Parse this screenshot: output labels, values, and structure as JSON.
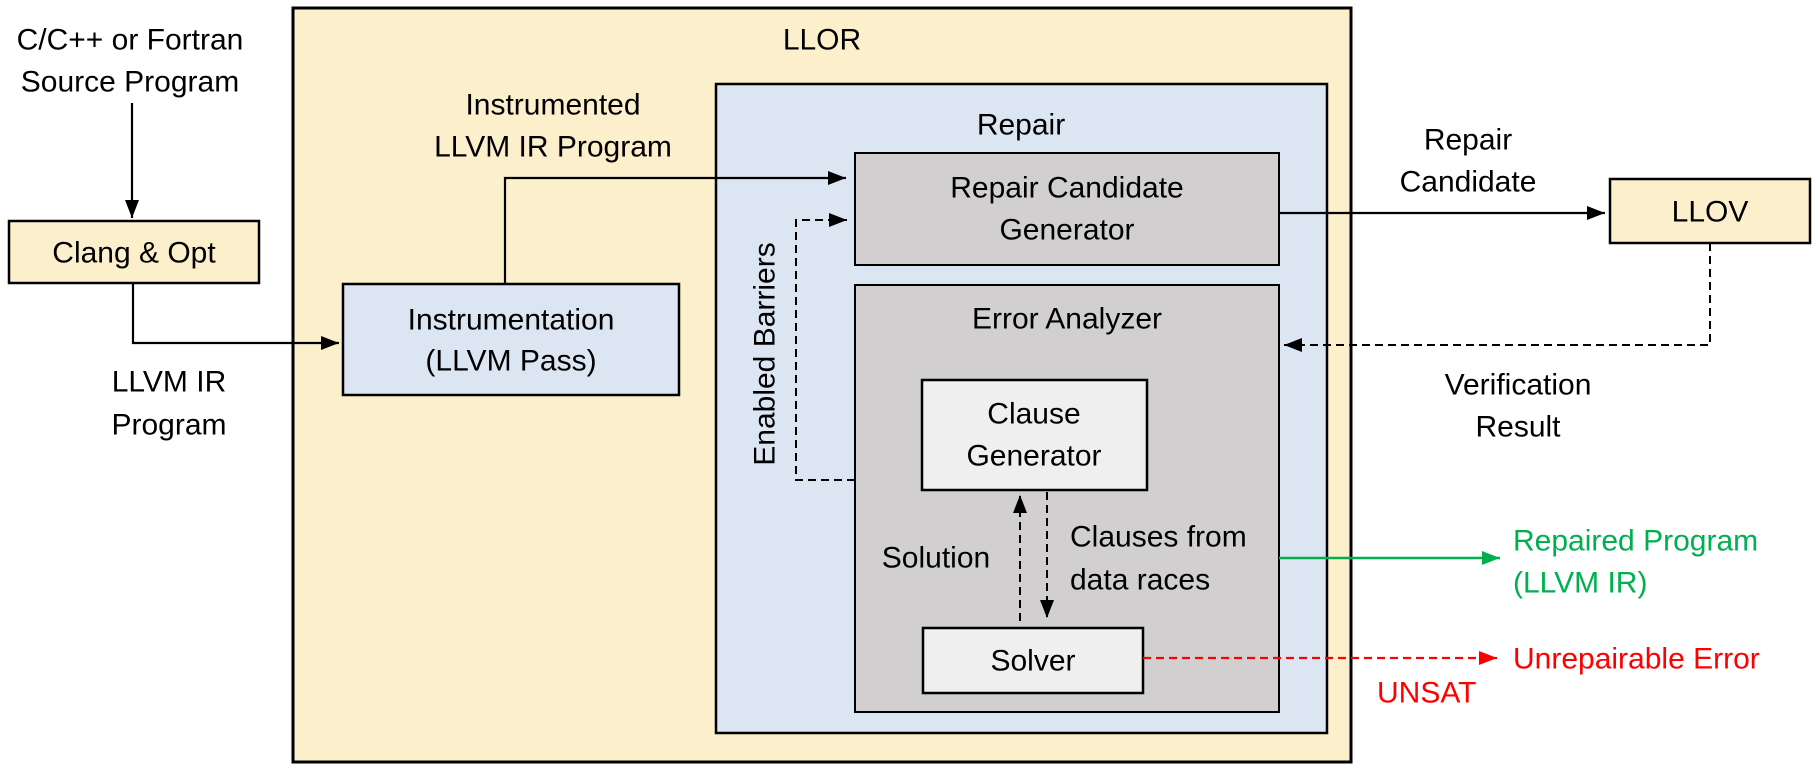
{
  "diagram": {
    "title": "LLOR",
    "repair_group_title": "Repair",
    "labels": {
      "source_line1": "C/C++ or Fortran",
      "source_line2": "Source Program",
      "llvm_ir_line1": "LLVM IR",
      "llvm_ir_line2": "Program",
      "instrumented_line1": "Instrumented",
      "instrumented_line2": "LLVM IR Program",
      "enabled_barriers": "Enabled Barriers",
      "solution": "Solution",
      "clauses_line1": "Clauses from",
      "clauses_line2": "data races",
      "repair_candidate_line1": "Repair",
      "repair_candidate_line2": "Candidate",
      "verification_line1": "Verification",
      "verification_line2": "Result",
      "repaired_line1": "Repaired Program",
      "repaired_line2": "(LLVM IR)",
      "unrepairable": "Unrepairable Error",
      "unsat": "UNSAT"
    },
    "nodes": {
      "clang_opt": "Clang & Opt",
      "instrumentation_line1": "Instrumentation",
      "instrumentation_line2": "(LLVM Pass)",
      "repair_candidate_generator_line1": "Repair Candidate",
      "repair_candidate_generator_line2": "Generator",
      "error_analyzer": "Error Analyzer",
      "clause_generator_line1": "Clause",
      "clause_generator_line2": "Generator",
      "solver": "Solver",
      "llov": "LLOV"
    },
    "colors": {
      "tan_fill": "#FCEFCC",
      "blue_fill": "#DCE6F2",
      "gray_fill": "#D1CFCF",
      "inner_fill": "#F0EFEF",
      "green": "#00B050",
      "red": "#FF0000",
      "black": "#000000"
    }
  }
}
